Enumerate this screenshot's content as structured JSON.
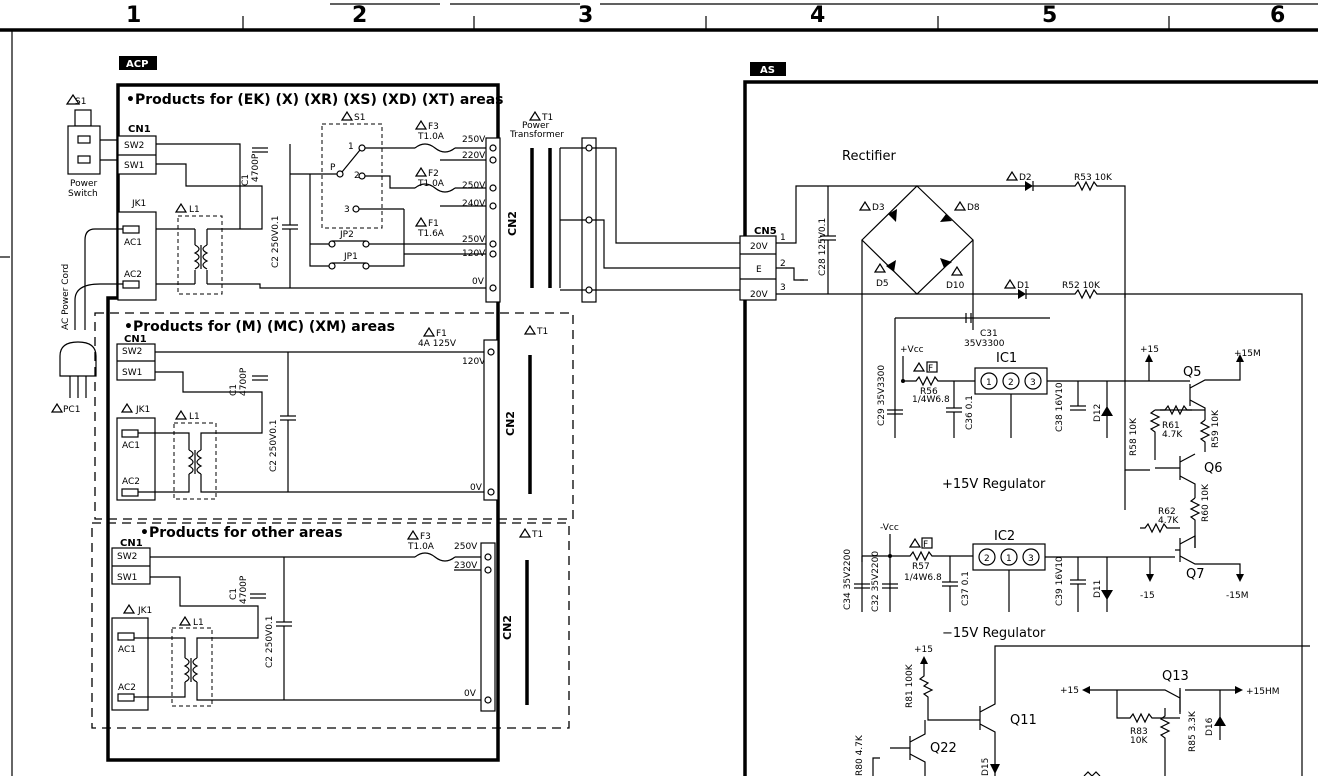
{
  "grid_columns": [
    "1",
    "2",
    "3",
    "4",
    "5",
    "6"
  ],
  "acp": {
    "tag": "ACP",
    "section_ek": {
      "heading": "•Products for (EK) (X) (XR) (XS) (XD) (XT) areas",
      "power_switch_ref": "S1",
      "power_switch_label_1": "Power",
      "power_switch_label_2": "Switch",
      "cn1": "CN1",
      "sw2": "SW2",
      "sw1": "SW1",
      "jk1": "JK1",
      "l1": "L1",
      "ac1": "AC1",
      "ac2": "AC2",
      "c1_val": "C1",
      "c1_val2": "4700P",
      "c2": "C2 250V0.1",
      "s1": "S1",
      "sw_p": "P",
      "sw_1": "1",
      "sw_2": "2",
      "sw_3": "3",
      "jp2": "JP2",
      "jp1": "JP1",
      "f3": "F3",
      "f3_val": "T1.0A",
      "f2": "F2",
      "f2_val": "T1.0A",
      "f1": "F1",
      "f1_val": "T1.6A",
      "t250a": "250V",
      "t220": "220V",
      "t250b": "250V",
      "t240": "240V",
      "t250c": "250V",
      "t120": "120V",
      "t0v": "0V",
      "cn2": "CN2",
      "t1": "T1",
      "t1_label_1": "Power",
      "t1_label_2": "Transformer",
      "power_cord": "AC Power Cord",
      "pc1": "PC1"
    },
    "section_m": {
      "heading": "•Products for (M) (MC) (XM) areas",
      "cn1": "CN1",
      "sw2": "SW2",
      "sw1": "SW1",
      "jk1": "JK1",
      "l1": "L1",
      "ac1": "AC1",
      "ac2": "AC2",
      "c1": "C1",
      "c1_val": "4700P",
      "c2": "C2 250V0.1",
      "f1": "F1",
      "f1_val": "4A 125V",
      "t120": "120V",
      "t0v": "0V",
      "cn2": "CN2",
      "t1": "T1"
    },
    "section_other": {
      "heading": "•Products for other areas",
      "cn1": "CN1",
      "sw2": "SW2",
      "sw1": "SW1",
      "jk1": "JK1",
      "l1": "L1",
      "ac1": "AC1",
      "ac2": "AC2",
      "c1": "C1",
      "c1_val": "4700P",
      "c2": "C2 250V0.1",
      "f3": "F3",
      "f3_val": "T1.0A",
      "t250": "250V",
      "t230": "230V",
      "t0v": "0V",
      "cn2": "CN2",
      "t1": "T1"
    }
  },
  "as": {
    "tag": "AS",
    "rectifier": "Rectifier",
    "cn5": "CN5",
    "cn5_p1": "20V",
    "cn5_p2": "E",
    "cn5_p3": "20V",
    "pin1": "1",
    "pin2": "2",
    "pin3": "3",
    "c28": "C28 125V0.1",
    "d3": "D3",
    "d8": "D8",
    "d5": "D5",
    "d10": "D10",
    "d2": "D2",
    "d1": "D1",
    "r53": "R53 10K",
    "r52": "R52 10K",
    "c31": "C31",
    "c31_val": "35V3300",
    "vcc_pos": "+Vcc",
    "vcc_neg": "-Vcc",
    "f_mark": "F",
    "ic1": "IC1",
    "ic1_pins": [
      "1",
      "2",
      "3"
    ],
    "ic2": "IC2",
    "ic2_pins": [
      "2",
      "1",
      "3"
    ],
    "r56": "R56",
    "r56_val": "1/4W6.8",
    "r57": "R57",
    "r57_val": "1/4W6.8",
    "c29": "C29 35V3300",
    "c36": "C36 0.1",
    "c37": "C37 0.1",
    "c38": "C38 16V10",
    "c39": "C39 16V10",
    "c34": "C34 35V2200",
    "c32": "C32 35V2200",
    "d12": "D12",
    "d11": "D11",
    "plus15": "+15",
    "plus15m": "+15M",
    "minus15": "-15",
    "minus15m": "-15M",
    "q5": "Q5",
    "q6": "Q6",
    "q7": "Q7",
    "r61": "R61",
    "r61_val": "4.7K",
    "r59": "R59 10K",
    "r58": "R58 10K",
    "r60": "R60 10K",
    "r62": "R62",
    "r62_val": "4.7K",
    "reg_pos": "+15V  Regulator",
    "reg_neg": "−15V  Regulator",
    "plus15_b": "+15",
    "r81": "R81 100K",
    "q11": "Q11",
    "q22": "Q22",
    "r80": "R80 4.7K",
    "d15": "D15",
    "q13": "Q13",
    "plus15_c": "+15",
    "plus15hm": "+15HM",
    "r83": "R83",
    "r83_val": "10K",
    "r85": "R85 3.3K",
    "d16": "D16"
  }
}
